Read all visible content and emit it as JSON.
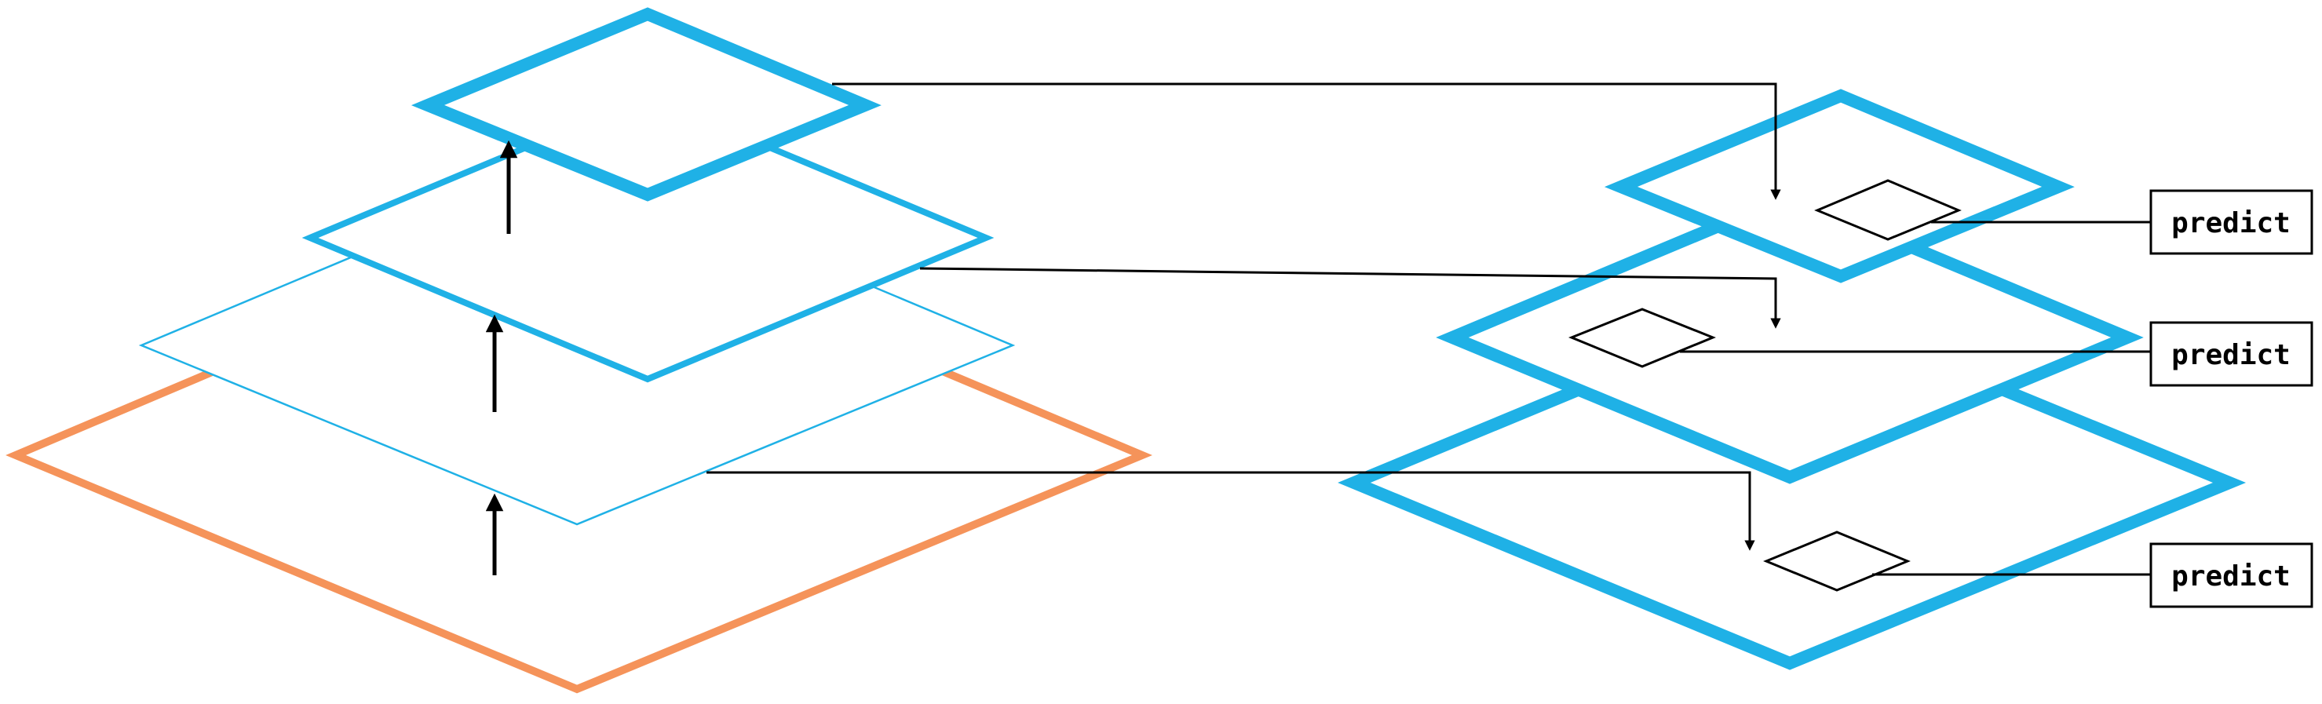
{
  "diagram": {
    "labels": {
      "predict_top": "predict",
      "predict_middle": "predict",
      "predict_bottom": "predict"
    },
    "colors": {
      "pyramid_layer": "#1fb1e6",
      "input_layer": "#f5935a",
      "connector": "#000000",
      "anchor": "#000000",
      "background": "#ffffff"
    }
  }
}
